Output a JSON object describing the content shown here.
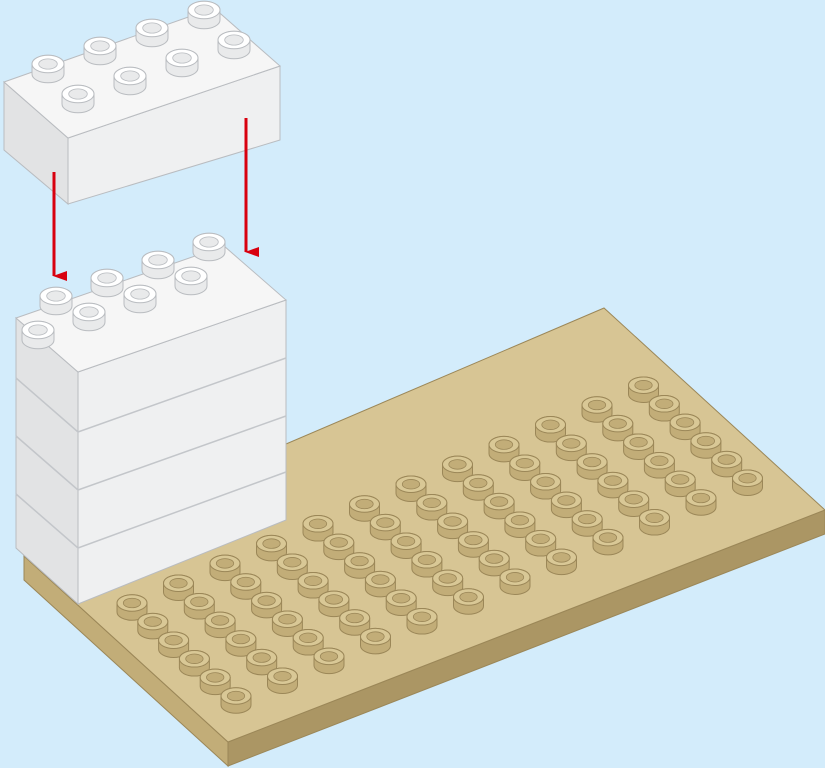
{
  "colors": {
    "background": "#d3ecfb",
    "brick_top": "#f6f6f6",
    "brick_front": "#e2e3e4",
    "brick_side": "#eff0f1",
    "brick_outline": "#b9bcc0",
    "plate_top": "#d7c594",
    "plate_front": "#c2ad78",
    "plate_side": "#ab9664",
    "plate_outline": "#9b8758",
    "stud_plate": "#d9c896",
    "arrow": "#d8000f"
  },
  "illustration": {
    "base_plate": {
      "color_name": "tan",
      "stud_rows": 6,
      "stud_columns": 12
    },
    "brick_stack": {
      "color_name": "white",
      "brick_count": 4,
      "stud_layout": "2x4"
    },
    "falling_brick": {
      "color_name": "white",
      "stud_layout": "2x4"
    },
    "guide_arrows": {
      "count": 2,
      "direction": "down",
      "icon": "arrow-down-icon"
    }
  }
}
